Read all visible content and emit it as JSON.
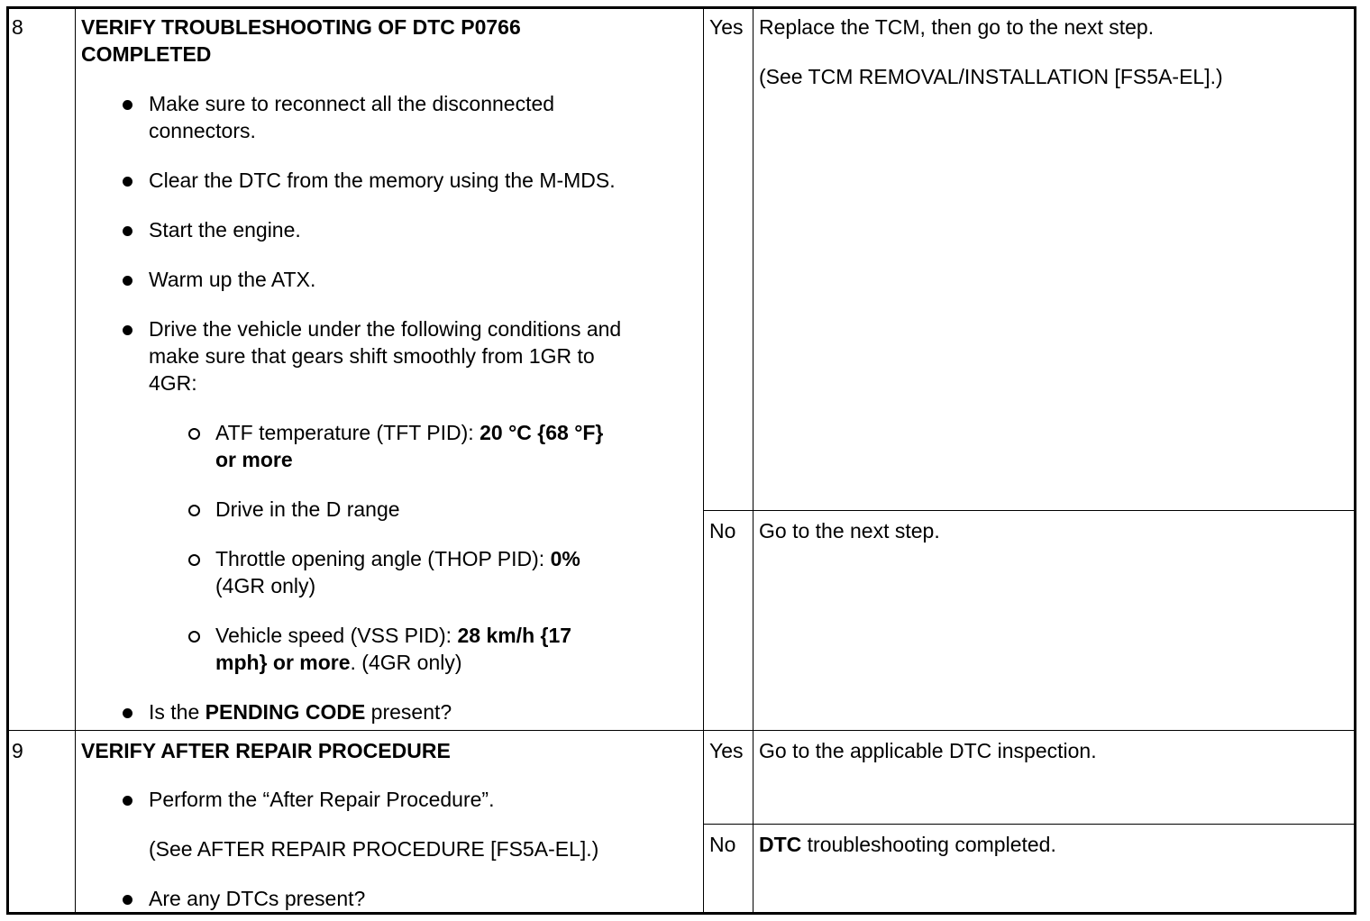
{
  "steps": [
    {
      "number": "8",
      "title_line1": "VERIFY TROUBLESHOOTING OF DTC P0766",
      "title_line2": "COMPLETED",
      "bullets": [
        {
          "line1": "Make sure to reconnect all the disconnected",
          "line2": "connectors."
        },
        {
          "line1": "Clear the DTC from the memory using the M-MDS."
        },
        {
          "line1": "Start the engine."
        },
        {
          "line1": "Warm up the ATX."
        },
        {
          "line1": "Drive the vehicle under the following conditions and",
          "line2": "make sure that gears shift smoothly from 1GR to",
          "line3": "4GR:"
        }
      ],
      "conditions": [
        {
          "prefix": "ATF temperature (TFT PID): ",
          "bold": "20 °C {68 °F}",
          "line2_bold": "or more"
        },
        {
          "prefix": "Drive in the D range"
        },
        {
          "prefix": "Throttle opening angle (THOP PID): ",
          "bold": "0%",
          "line2": "(4GR only)"
        },
        {
          "prefix": "Vehicle speed (VSS PID): ",
          "bold": "28 km/h {17",
          "line2_bold": "mph} or more",
          "line2_rest": ". (4GR only)"
        }
      ],
      "final_bullet": {
        "prefix": "Is the ",
        "bold": "PENDING CODE",
        "suffix": " present?"
      },
      "results": [
        {
          "answer": "Yes",
          "line1": "Replace the TCM, then go to the next step.",
          "line2": "(See TCM REMOVAL/INSTALLATION [FS5A-EL].)"
        },
        {
          "answer": "No",
          "line1": "Go to the next step."
        }
      ]
    },
    {
      "number": "9",
      "title_line1": "VERIFY AFTER REPAIR PROCEDURE",
      "bullet1": "Perform the “After Repair Procedure”.",
      "bullet1_ref": "(See AFTER REPAIR PROCEDURE [FS5A-EL].)",
      "bullet2": "Are any DTCs present?",
      "results": [
        {
          "answer": "Yes",
          "line1": "Go to the applicable DTC inspection."
        },
        {
          "answer": "No",
          "bold": "DTC",
          "rest": " troubleshooting completed."
        }
      ]
    }
  ]
}
